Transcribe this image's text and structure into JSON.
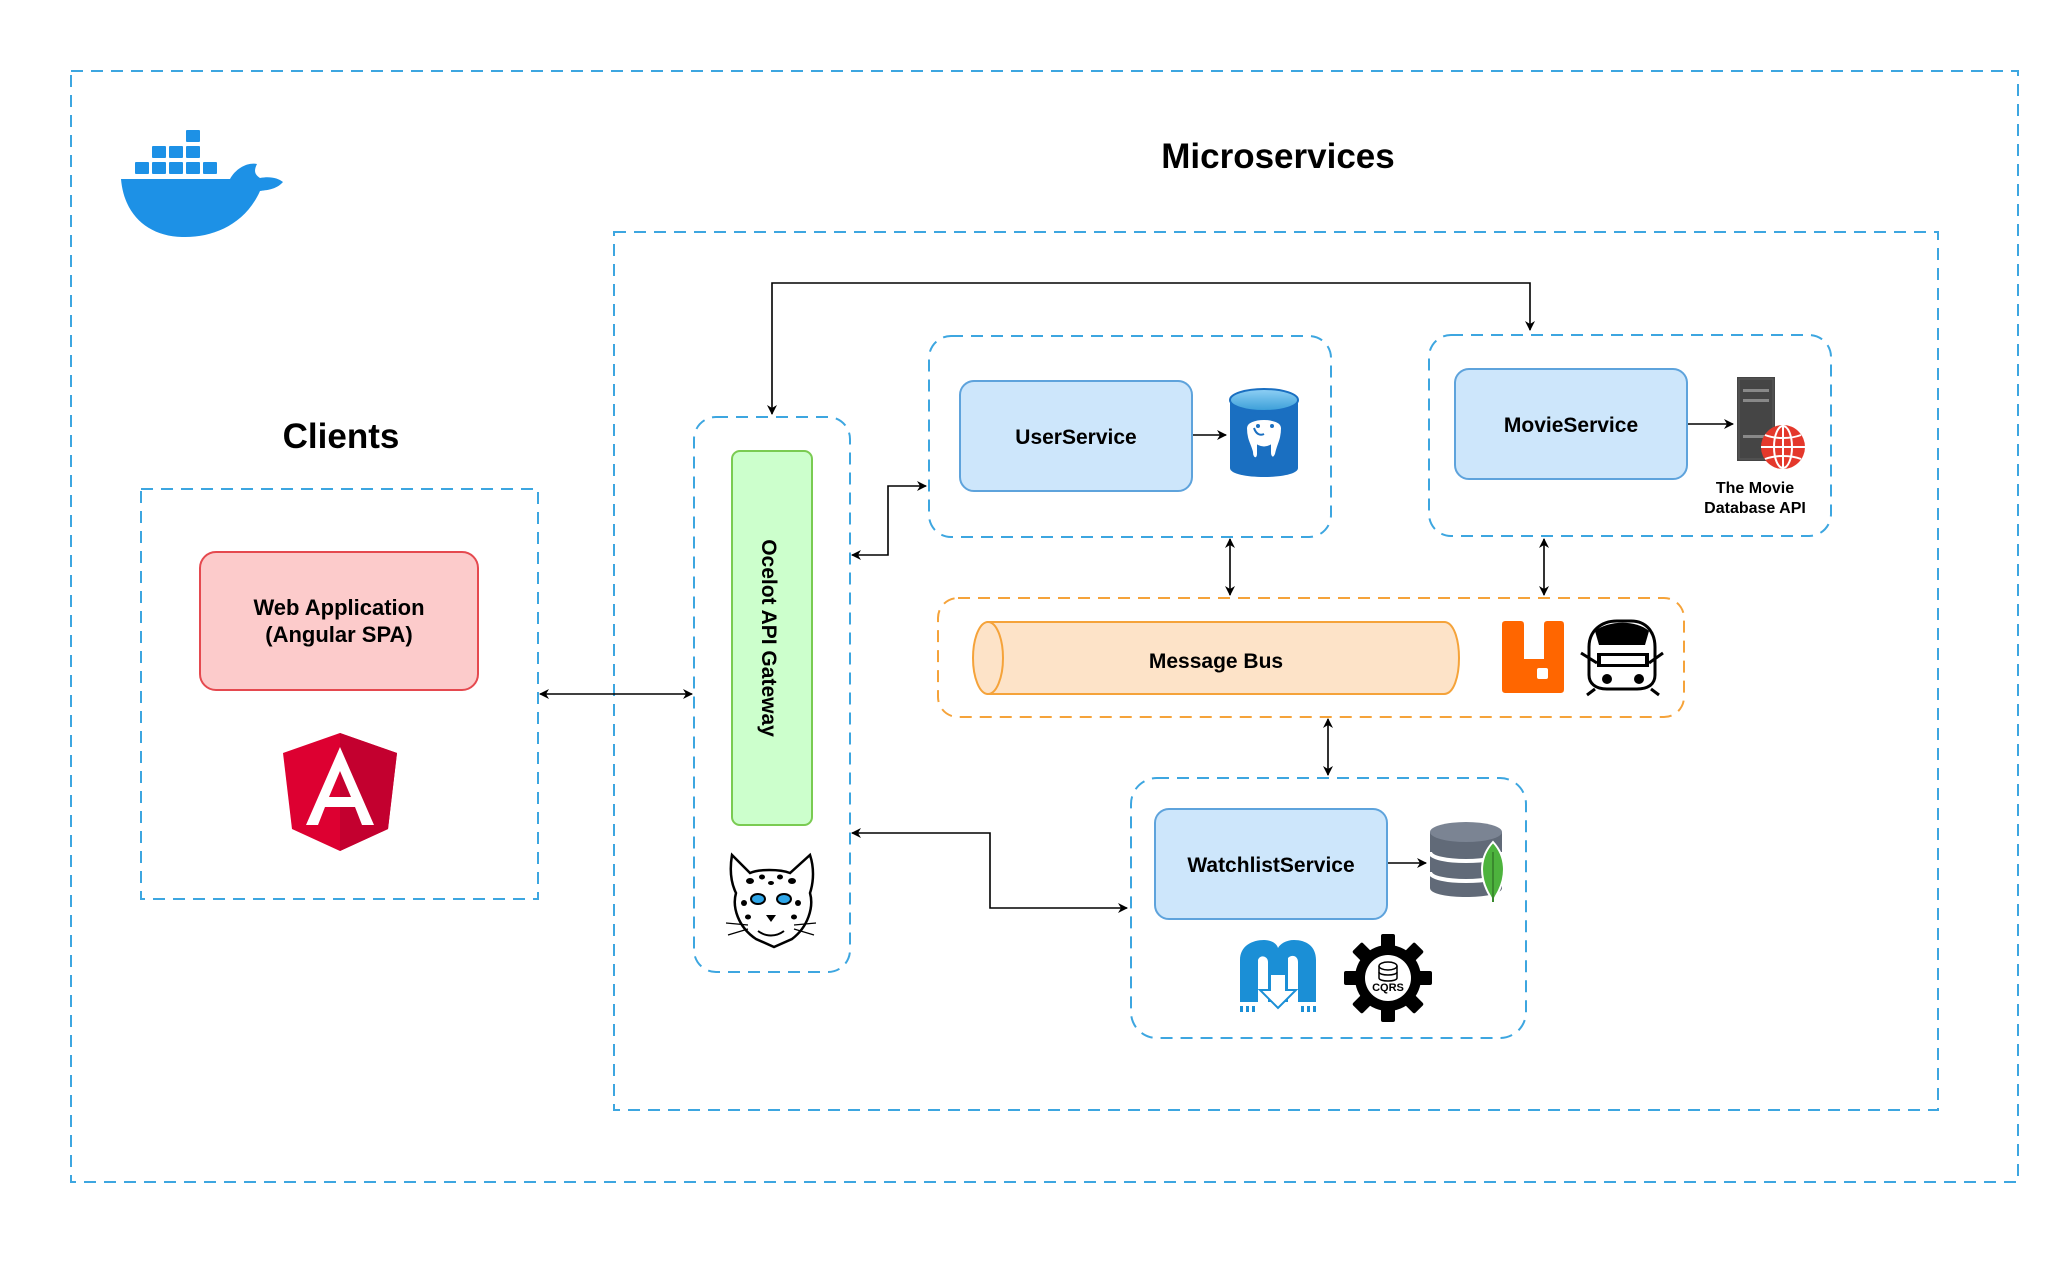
{
  "diagram": {
    "microservices_title": "Microservices",
    "clients_title": "Clients",
    "web_app_label": "Web Application\n(Angular SPA)",
    "gateway_label": "Ocelot API Gateway",
    "user_service_label": "UserService",
    "movie_service_label": "MovieService",
    "tmdb_label": "The Movie\nDatabase API",
    "message_bus_label": "Message Bus",
    "watchlist_service_label": "WatchlistService",
    "cqrs_label": "CQRS"
  },
  "colors": {
    "container_border": "#3da6e0",
    "message_bus_border": "#f5a33a",
    "service_fill": "#cde6fb",
    "service_border": "#5ea3dc",
    "web_app_fill": "#fccbcb",
    "web_app_border": "#e5494f",
    "gateway_fill": "#ccffcc",
    "gateway_border": "#7acb52",
    "bus_fill": "#fde3c8",
    "bus_border": "#f5a33a",
    "docker_blue": "#1d91e6",
    "angular_red": "#dd0031",
    "rabbitmq_orange": "#ff6600",
    "postgres_blue": "#2f6fa8",
    "mongo_green": "#4db33d"
  },
  "icons": [
    "docker-icon",
    "angular-icon",
    "ocelot-icon",
    "postgresql-icon",
    "server-globe-icon",
    "rabbitmq-icon",
    "masstransit-icon",
    "mongodb-icon",
    "mediatr-icon",
    "cqrs-icon"
  ]
}
